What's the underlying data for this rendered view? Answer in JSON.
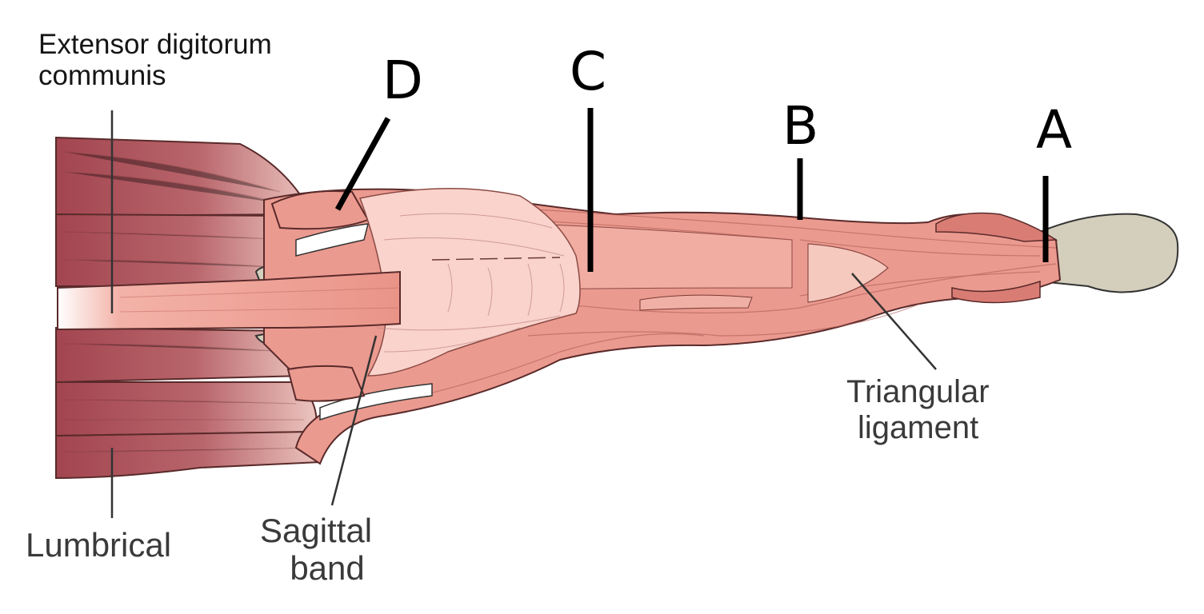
{
  "figure": {
    "labels": {
      "extensor": [
        "Extensor digitorum",
        "communis"
      ],
      "lumbrical": "Lumbrical",
      "sagittal": [
        "Sagittal",
        "band"
      ],
      "triangular": [
        "Triangular",
        "ligament"
      ],
      "letter_a": "A",
      "letter_b": "B",
      "letter_c": "C",
      "letter_d": "D"
    },
    "colors": {
      "muscle_dark": "#a4464f",
      "tendon": "#eb9a8f",
      "tendon_light": "#f5c2b8",
      "hood": "#f9d3cc",
      "bone": "#d4cfbc",
      "leader": "#000000"
    }
  }
}
